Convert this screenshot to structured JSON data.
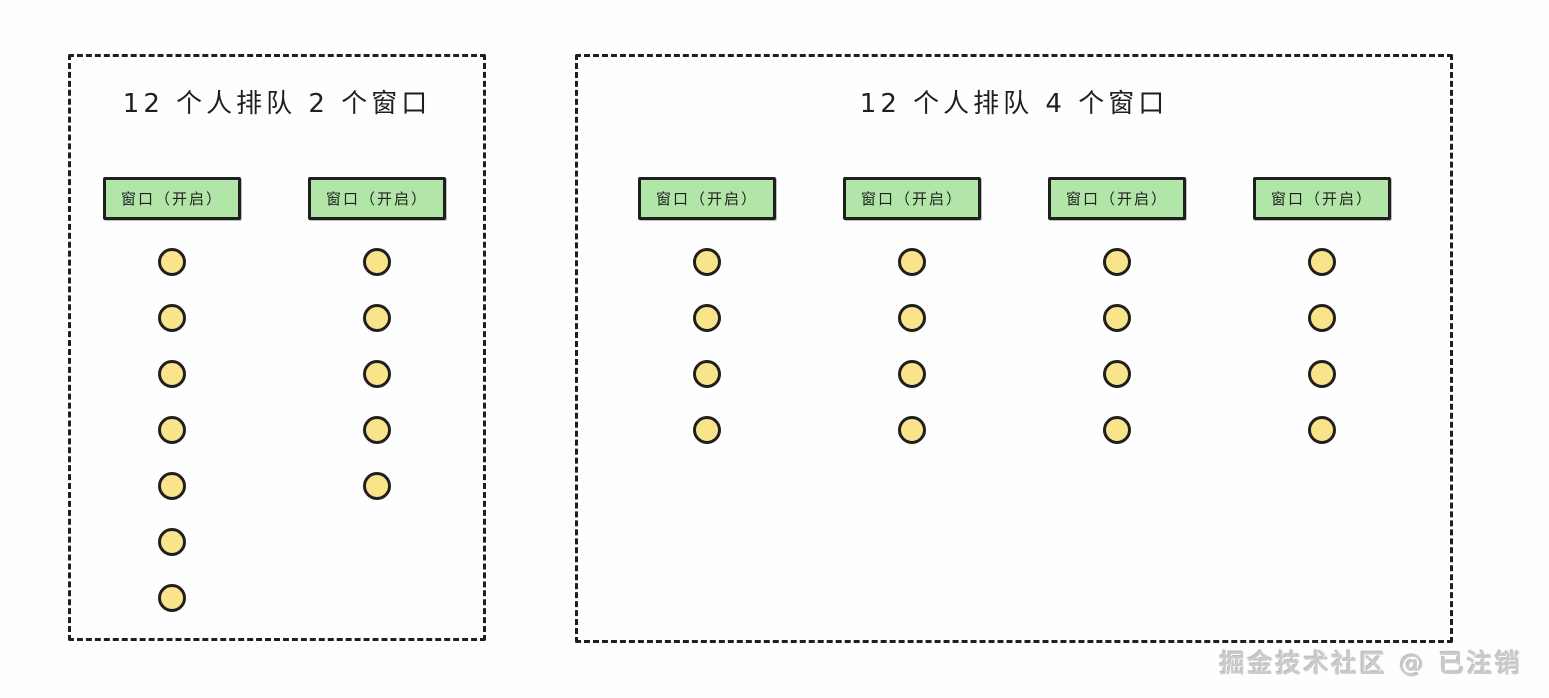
{
  "page": {
    "background": "#fefefe"
  },
  "colors": {
    "page_bg": "#fefefe",
    "panel_border": "#1f1f1f",
    "window_fill": "#b2e6a9",
    "window_border": "#1f1f1f",
    "person_fill": "#f9e38b",
    "person_border": "#1f1f1f",
    "title_text": "#1f1f1f",
    "watermark_text": "#cbcbcb"
  },
  "panels": [
    {
      "id": "two-windows",
      "title": "12 个人排队 2 个窗口",
      "windows": [
        {
          "label": "窗口（开启）",
          "queue_count": 7
        },
        {
          "label": "窗口（开启）",
          "queue_count": 5
        }
      ]
    },
    {
      "id": "four-windows",
      "title": "12 个人排队 4 个窗口",
      "windows": [
        {
          "label": "窗口（开启）",
          "queue_count": 4
        },
        {
          "label": "窗口（开启）",
          "queue_count": 4
        },
        {
          "label": "窗口（开启）",
          "queue_count": 4
        },
        {
          "label": "窗口（开启）",
          "queue_count": 4
        }
      ]
    }
  ],
  "watermark": "掘金技术社区 @ 已注销"
}
